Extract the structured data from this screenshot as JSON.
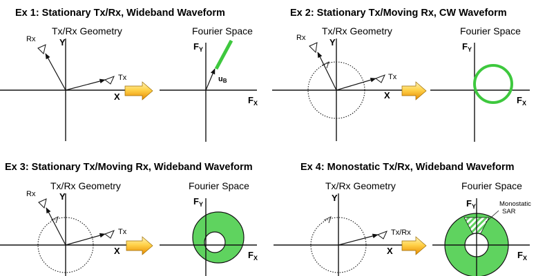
{
  "examples": [
    {
      "title": "Ex 1:  Stationary Tx/Rx, Wideband Waveform",
      "geometry_caption": "Tx/Rx Geometry",
      "fourier_caption": "Fourier Space",
      "tx_label": "Tx",
      "rx_label": "Rx",
      "x_label": "X",
      "y_label": "Y",
      "fx_label": "F",
      "fx_sub": "X",
      "fy_label": "F",
      "fy_sub": "Y",
      "vector_label": "u",
      "vector_sub": "B"
    },
    {
      "title": "Ex 2:  Stationary Tx/Moving Rx, CW Waveform",
      "geometry_caption": "Tx/Rx Geometry",
      "fourier_caption": "Fourier Space",
      "tx_label": "Tx",
      "rx_label": "Rx",
      "x_label": "X",
      "y_label": "Y",
      "fx_label": "F",
      "fx_sub": "X",
      "fy_label": "F",
      "fy_sub": "Y"
    },
    {
      "title": "Ex 3: Stationary Tx/Moving Rx, Wideband Waveform",
      "geometry_caption": "Tx/Rx Geometry",
      "fourier_caption": "Fourier Space",
      "tx_label": "Tx",
      "rx_label": "Rx",
      "x_label": "X",
      "y_label": "Y",
      "fx_label": "F",
      "fx_sub": "X",
      "fy_label": "F",
      "fy_sub": "Y"
    },
    {
      "title": "Ex 4:  Monostatic Tx/Rx, Wideband Waveform",
      "geometry_caption": "Tx/Rx Geometry",
      "fourier_caption": "Fourier Space",
      "txrx_label": "Tx/Rx",
      "x_label": "X",
      "y_label": "Y",
      "fx_label": "F",
      "fx_sub": "X",
      "fy_label": "F",
      "fy_sub": "Y",
      "annotation_line1": "Monostatic",
      "annotation_line2": "SAR"
    }
  ],
  "colors": {
    "fourier_fill": "#5fd35f",
    "fourier_stroke": "#111111",
    "ring_cw": "#3ec83e",
    "arrow_light": "#ffe27a",
    "arrow_dark": "#ee9a0a"
  }
}
